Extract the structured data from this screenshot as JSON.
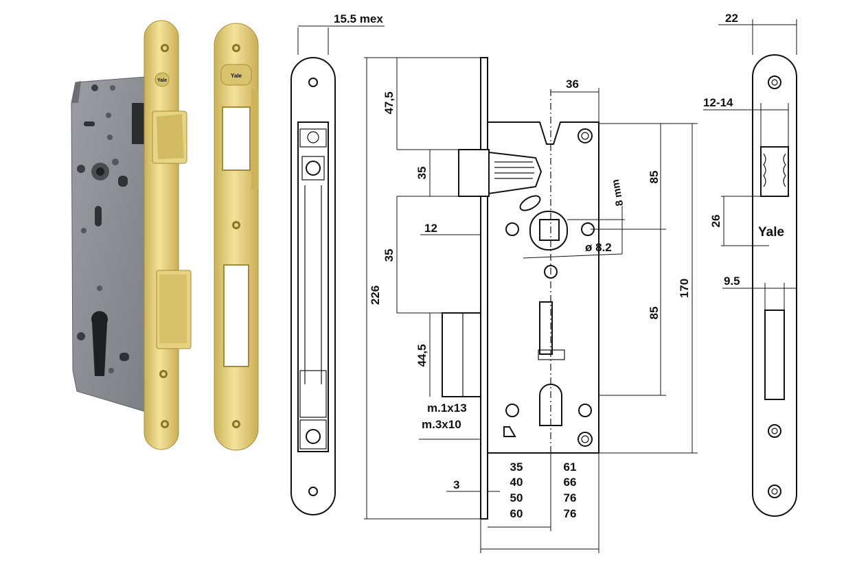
{
  "colors": {
    "brass": "#e2cd78",
    "brass_dark": "#b79d3e",
    "steel": "#8f9297",
    "steel_dark": "#6d7075",
    "line": "#111111"
  },
  "photo": {
    "lock_body_label": "Yale",
    "strike_plate_label": "Yale"
  },
  "dimensions": {
    "faceplate_projection": "15.5 mex",
    "total_height": "226",
    "top_to_latch": "47,5",
    "latch_height": "35",
    "latch_to_spindle": "35",
    "deadbolt_height": "44,5",
    "screw_1": "m.1x13",
    "screw_2": "m.3x10",
    "faceplate_thickness": "3",
    "spindle_offset": "12",
    "top_width": "36",
    "spindle_square": "8 mm",
    "spindle_dia": "ø 8.2",
    "upper_85": "85",
    "lower_85": "85",
    "body_170": "170",
    "backsets": [
      "35",
      "40",
      "50",
      "60"
    ],
    "depths": [
      "61",
      "66",
      "76",
      "76"
    ]
  },
  "strike_view": {
    "width": "22",
    "recess": "12-14",
    "offset": "26",
    "brand": "Yale",
    "slot": "9.5"
  }
}
